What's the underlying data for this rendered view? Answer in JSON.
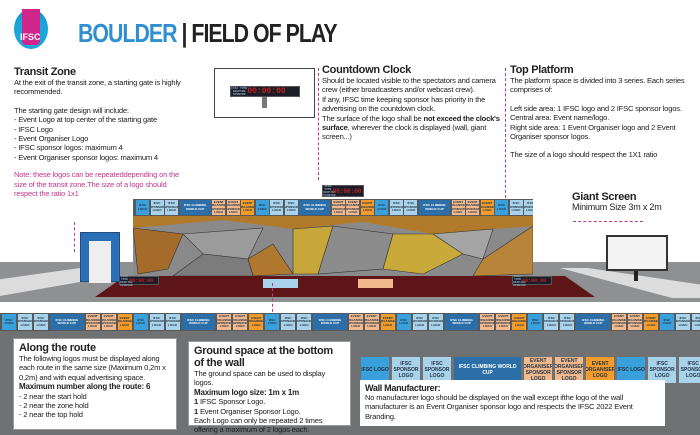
{
  "header": {
    "logo_text": "IFSC",
    "title_accent": "BOULDER",
    "separator": "|",
    "title": "FIELD OF PLAY"
  },
  "transit_zone": {
    "title": "Transit Zone",
    "intro": "At the exit of the transit zone, a starting gate is highly recommended.",
    "list_intro": "The starting gate design will include:",
    "items": [
      "- Event Logo at top center of the starting gate",
      "- IFSC Logo",
      "- Event Organiser Logo",
      "- IFSC sponsor logos: maximum 4",
      "- Event Organiser sponsor logos: maximum 4"
    ],
    "note": "Note: these logos can be repeateddepending on the size of the transit zone.The size of a logo should respect the ratio 1x1"
  },
  "countdown_clock": {
    "title": "Countdown Clock",
    "p1": "Should be located visible to the spectators and camera crew (either broadcasters and/or webcast crew).",
    "p2": "If any, IFSC time keeping sponsor has priority in the advertising on the countdown clock.",
    "p3_a": "The surface of the logo shall be ",
    "p3_bold": "not exceed the clock's surface",
    "p3_b": ", wherever the clock is displayed (wall, giant screen...)",
    "display": "00:00:00",
    "sponsor": "IFSC TIME KEEPING SPONSOR"
  },
  "top_platform": {
    "title": "Top Platform",
    "intro": "The platform space is divided into 3 series. Each series comprises of:",
    "left": "Left side area: 1 IFSC logo and 2 IFSC sponsor logos.",
    "central": "Central area: Event name/logo.",
    "right": "Right side area: 1 Event Organiser logo and 2 Event Organiser sponsor logos.",
    "ratio": "The size of a logo should respect the 1X1 ratio"
  },
  "giant_screen": {
    "title": "Giant Screen",
    "size": "Minimum Size 3m x 2m"
  },
  "along_route": {
    "title": "Along the route",
    "p1": "The following logos must be displayed along each route in the same size (Maximum 0,2m x 0,2m) and with equal advertising space.",
    "max": "Maximum number along the route: 6",
    "items": [
      "- 2 near the start hold",
      "- 2 near the zone hold",
      "- 2 near the top hold"
    ]
  },
  "ground_space": {
    "title": "Ground space at the bottom of the wall",
    "p1": "The ground space can be used to display logos.",
    "max": "Maximum logo size: 1m x 1m",
    "l1_num": "1",
    "l1": " IFSC Sponsor Logo.",
    "l2_num": "1",
    "l2": " Event Organiser Sponsor Logo.",
    "p2": "Each Logo can only be repeated 2 times offering a maximum of 2 logos each."
  },
  "wall_manufacturer": {
    "title": "Wall Manufacturer:",
    "text": "No manufacturer logo should be displayed on the wall except ifthe logo of the wall manufacturer is an Event Organiser sponsor logo and respects the IFSC 2022 Event Branding."
  },
  "tiles": [
    {
      "label": "IFSC LOGO",
      "color": "#3aa0dc",
      "w": 1
    },
    {
      "label": "IFSC SPONSOR LOGO",
      "color": "#a9d3ea",
      "w": 1
    },
    {
      "label": "IFSC SPONSOR LOGO",
      "color": "#a9d3ea",
      "w": 1
    },
    {
      "label": "IFSC CLIMBING WORLD CUP",
      "color": "#2c6fa8",
      "w": 2.4
    },
    {
      "label": "EVENT ORGANISER SPONSOR LOGO",
      "color": "#f2b98e",
      "w": 1
    },
    {
      "label": "EVENT ORGANISER SPONSOR LOGO",
      "color": "#f2b98e",
      "w": 1
    },
    {
      "label": "EVENT ORGANISER LOGO",
      "color": "#f39b2b",
      "w": 1
    }
  ],
  "colors": {
    "accent": "#2f8fd0",
    "pink": "#c2388f"
  }
}
